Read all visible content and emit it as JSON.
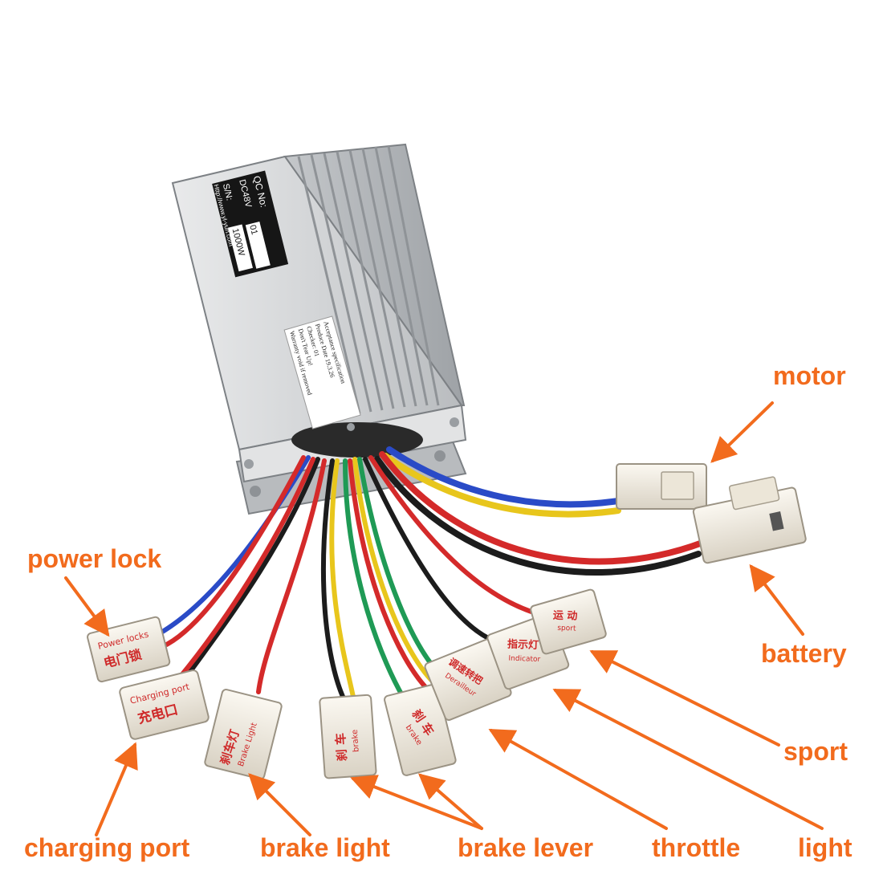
{
  "colors": {
    "accent": "#f26b1d",
    "housing": "#c9cccf",
    "wire_red": "#d42a2a",
    "wire_blue": "#2a4bc7",
    "wire_yellow": "#e8c61c",
    "wire_green": "#1f9a55",
    "wire_black": "#1c1c1c",
    "connector": "#f3eee4"
  },
  "controller": {
    "qc_label": "QC No:",
    "qc_value": "01",
    "voltage": "DC48V",
    "sn_label": "S/N:",
    "sn_value": "1000W",
    "website": "Http://www.yl-yun.com",
    "sticker_line1": "Acceptance specification",
    "sticker_line2": "Produce Date 19.3.26",
    "sticker_line3": "Checker: 01",
    "sticker_line4": "Don't Tear Up!",
    "sticker_line5": "Warranty void if removed"
  },
  "connector_labels": {
    "power_lock": {
      "cn": "电门锁",
      "en": "Power locks"
    },
    "charging": {
      "cn": "充电口",
      "en": "Charging port"
    },
    "brake_light": {
      "cn": "刹车灯",
      "en": "Brake Light"
    },
    "brake_1": {
      "cn": "刹 车",
      "en": "brake"
    },
    "brake_2": {
      "cn": "刹 车",
      "en": "brake"
    },
    "derailleur": {
      "cn": "调速转把",
      "en": "Derailleur"
    },
    "indicator": {
      "cn": "指示灯",
      "en": "Indicator"
    },
    "sport": {
      "cn": "运 动",
      "en": "sport"
    }
  },
  "callouts": {
    "motor": "motor",
    "battery": "battery",
    "power_lock": "power lock",
    "sport": "sport",
    "charging_port": "charging port",
    "brake_light": "brake light",
    "brake_lever": "brake lever",
    "throttle": "throttle",
    "light": "light"
  }
}
